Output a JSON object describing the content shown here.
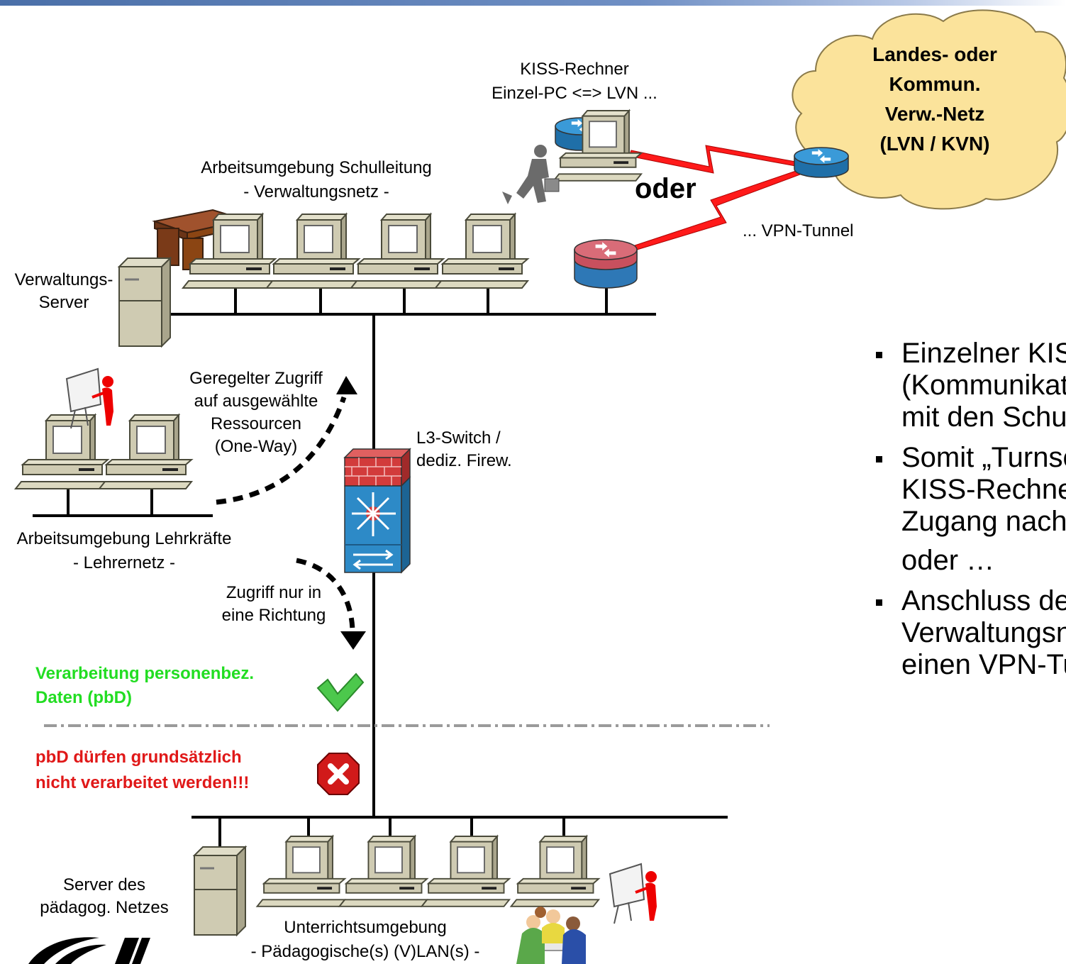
{
  "labels": {
    "kiss_title": "KISS-Rechner",
    "kiss_sub": "Einzel-PC <=> LVN ...",
    "cloud_line1": "Landes- oder",
    "cloud_line2": "Kommun.",
    "cloud_line3": "Verw.-Netz",
    "cloud_line4": "(LVN / KVN)",
    "oder": "oder",
    "vpn_tunnel": "... VPN-Tunnel",
    "schulleitung_line1": "Arbeitsumgebung Schulleitung",
    "schulleitung_line2": "- Verwaltungsnetz -",
    "verw_server_line1": "Verwaltungs-",
    "verw_server_line2": "Server",
    "access_line1": "Geregelter Zugriff",
    "access_line2": "auf ausgewählte",
    "access_line3": "Ressourcen",
    "access_line4": "(One-Way)",
    "switch_line1": "L3-Switch /",
    "switch_line2": "dediz. Firew.",
    "lehrer_line1": "Arbeitsumgebung Lehrkräfte",
    "lehrer_line2": "- Lehrernetz -",
    "oneway_line1": "Zugriff nur in",
    "oneway_line2": "eine Richtung",
    "pbd_ok_line1": "Verarbeitung personenbez.",
    "pbd_ok_line2": "Daten (pbD)",
    "pbd_no_line1": "pbD dürfen grundsätzlich",
    "pbd_no_line2": "nicht verarbeitet werden!!!",
    "paed_server_line1": "Server des",
    "paed_server_line2": "pädagog. Netzes",
    "unterricht_line1": "Unterrichtsumgebung",
    "unterricht_line2": "- Pädagogische(s) (V)LAN(s) -"
  },
  "bullets": {
    "b1_line1": "Einzelner KISS-Rechner",
    "b1_line2": "(Kommunikation",
    "b1_line3": "mit den Schulen)",
    "b2_line1": "Somit „Turnschuhnetz“",
    "b2_line2": "KISS-Rechner mit",
    "b2_line3": "Zugang nach außen",
    "plain_oder": "oder …",
    "b3_line1": "Anschluss des",
    "b3_line2": "Verwaltungsnetzes über",
    "b3_line3": "einen VPN-Tunnel"
  },
  "colors": {
    "cloud_fill": "#fbe39b",
    "lightning": "#ff1a1a",
    "router_blue": "#2f8fcf",
    "router_red": "#c8505e",
    "firewall_brick": "#d23b3b",
    "switch_blue": "#2d8ac7",
    "ok_green": "#22dd22",
    "error_red": "#e01818"
  },
  "icons": [
    "router-icon",
    "vpn-router-icon",
    "workstation-icon",
    "server-icon",
    "desk-icon",
    "businessman-icon",
    "presenter-icon",
    "firewall-switch-icon",
    "check-icon",
    "error-icon",
    "students-icon",
    "logo-icon",
    "cloud-icon",
    "lightning-icon"
  ]
}
